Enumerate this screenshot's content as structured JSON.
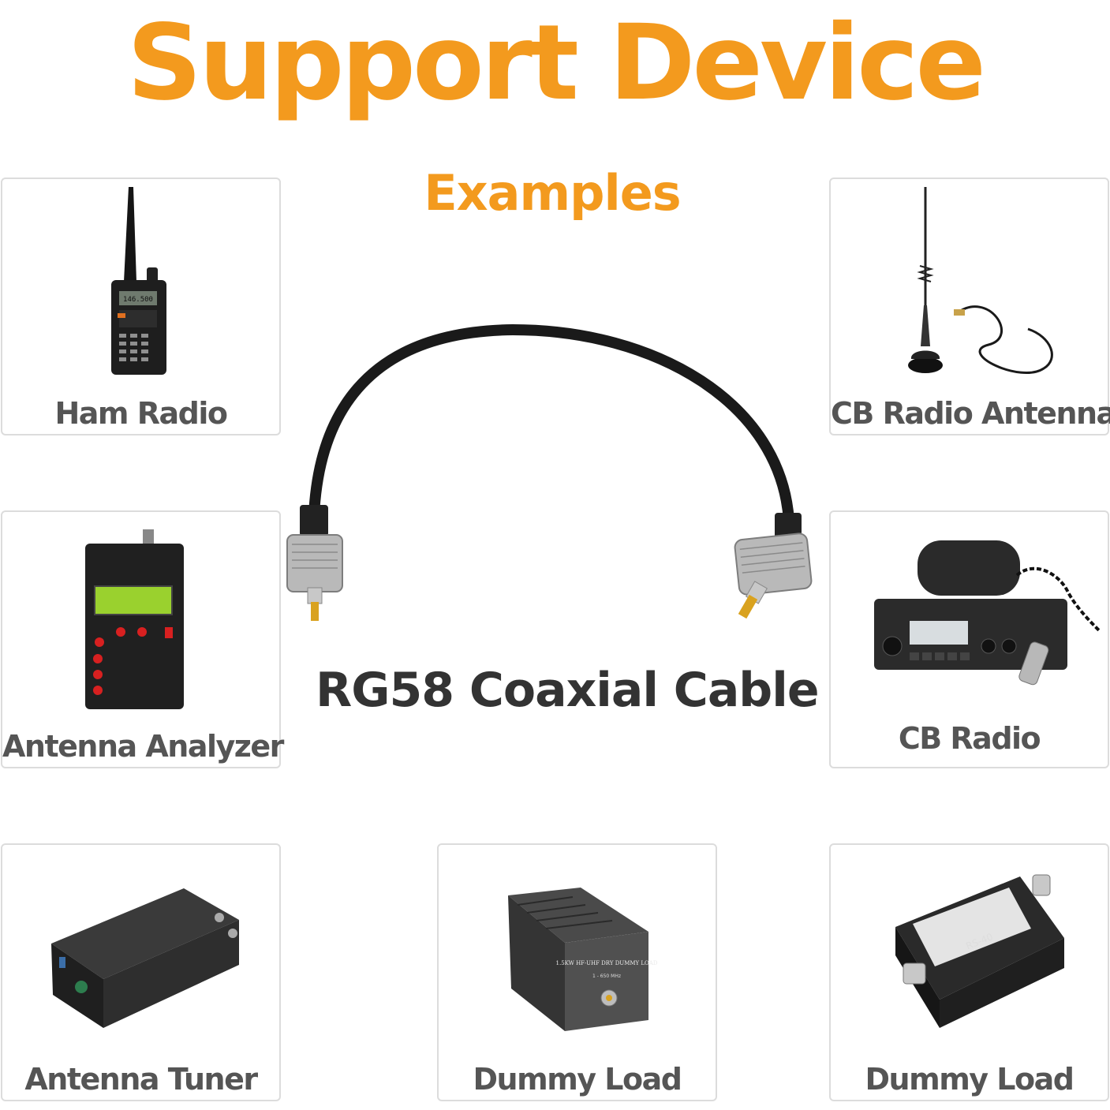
{
  "header": {
    "title": "Support Device",
    "subtitle": "Examples"
  },
  "center": {
    "cable_label": "RG58 Coaxial Cable"
  },
  "devices": [
    {
      "label": "Ham Radio",
      "icon": "handheld-radio-icon"
    },
    {
      "label": "CB Radio Antenna",
      "icon": "magnetic-antenna-icon"
    },
    {
      "label": "Antenna Analyzer",
      "icon": "antenna-analyzer-icon"
    },
    {
      "label": "CB Radio",
      "icon": "cb-radio-icon"
    },
    {
      "label": "Antenna Tuner",
      "icon": "antenna-tuner-icon"
    },
    {
      "label": "Dummy Load",
      "icon": "dummy-load-icon"
    },
    {
      "label": "Dummy Load",
      "icon": "swr-meter-icon"
    }
  ],
  "product_text": {
    "ham_radio_screen": "146.500",
    "dummy_load_plate": "1.5KW HF-UHF DRY DUMMY LOAD",
    "dummy_load_range": "1 - 650 MHz",
    "meter_model": "RS-40"
  },
  "colors": {
    "accent": "#f39a1e",
    "label_text": "#555555",
    "cable_text": "#333333",
    "card_border": "#dcdcdc"
  }
}
